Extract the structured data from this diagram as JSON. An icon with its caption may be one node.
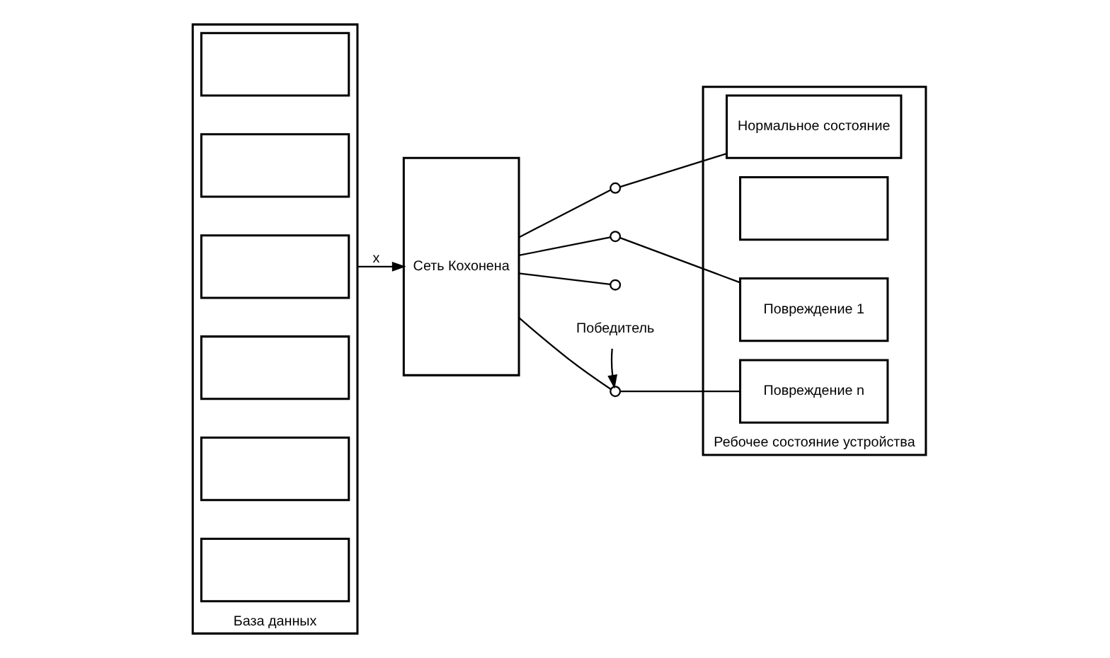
{
  "diagram": {
    "nodes": [
      {
        "text": [
          "База данных"
        ]
      },
      {
        "text": [],
        "shape": "box",
        "in": 0
      },
      {
        "text": [],
        "shape": "box",
        "in": 0
      },
      {
        "text": [],
        "shape": "box",
        "in": 0
      },
      {
        "text": [],
        "shape": "box",
        "in": 0
      },
      {
        "text": [],
        "shape": "box",
        "in": 0
      },
      {
        "text": [],
        "shape": "box",
        "in": 0
      },
      {
        "text": [
          "Сеть Кохонена"
        ]
      },
      {
        "text": [],
        "shape": "circle"
      },
      {
        "text": [],
        "shape": "circle"
      },
      {
        "text": [],
        "shape": "circle"
      },
      {
        "text": [],
        "shape": "circle"
      },
      {
        "text": [
          "Ребочее состояние устройства"
        ]
      },
      {
        "text": [
          "Нормальное состояние"
        ],
        "in": 12
      },
      {
        "text": [
          "Повреждение 1"
        ],
        "in": 12
      },
      {
        "text": [],
        "shape": "box",
        "in": 12
      },
      {
        "text": [
          "Повреждение n"
        ],
        "in": 12
      },
      {
        "text": [
          "Победитель"
        ]
      }
    ],
    "edges": [
      {
        "from": 0,
        "to": 7,
        "arrow": "to",
        "label": "x"
      },
      {
        "from": 7,
        "to": 8,
        "arrow": "none"
      },
      {
        "from": 7,
        "to": 9,
        "arrow": "none"
      },
      {
        "from": 7,
        "to": 10,
        "arrow": "none"
      },
      {
        "from": 7,
        "to": 11,
        "arrow": "none"
      },
      {
        "from": 8,
        "to": 13,
        "arrow": "none"
      },
      {
        "from": 9,
        "to": 14,
        "arrow": "none"
      },
      {
        "from": 11,
        "to": 16,
        "arrow": "none"
      },
      {
        "from": 17,
        "to": 11,
        "arrow": "to"
      }
    ]
  }
}
